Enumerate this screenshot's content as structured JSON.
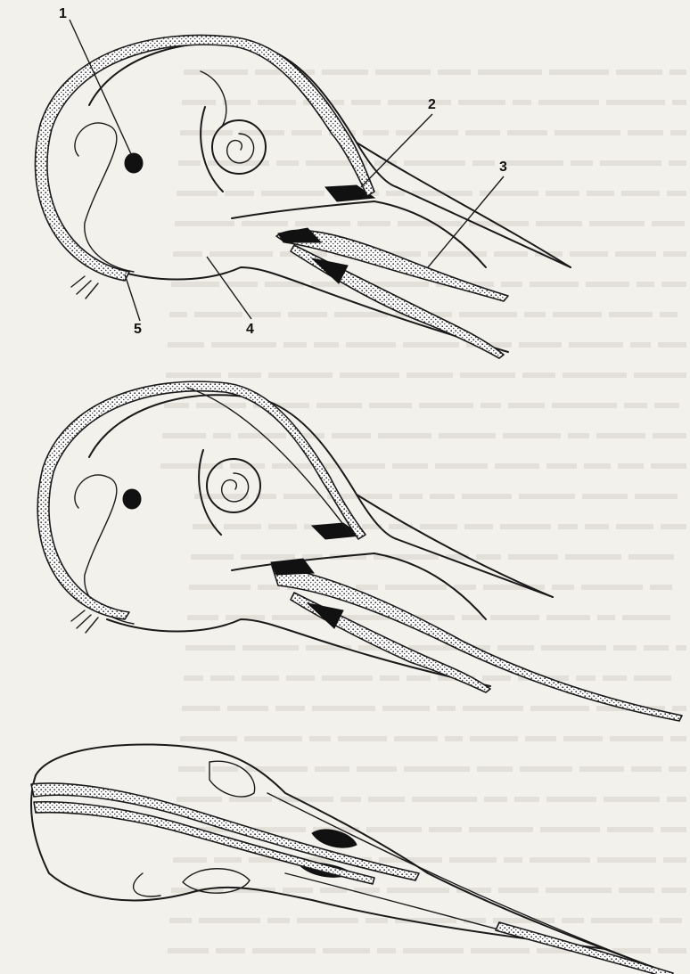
{
  "figure": {
    "callouts": [
      "1",
      "2",
      "3",
      "4",
      "5"
    ]
  },
  "colors": {
    "ink": "#1a1a1a",
    "paper": "#f3f1ec",
    "bleed_through_text": "#bdb9b2"
  }
}
